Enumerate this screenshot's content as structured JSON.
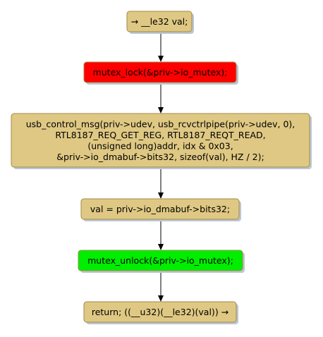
{
  "diagram": {
    "type": "flowchart",
    "colors": {
      "default_fill": "#dfc883",
      "default_stroke": "#a08a4a",
      "shadow": "#bcc7d2",
      "lock_fill": "#ff0000",
      "unlock_fill": "#00ee00",
      "edge": "#000000"
    },
    "nodes": [
      {
        "id": "start",
        "lines": [
          "→ __le32 val;"
        ],
        "style": "default"
      },
      {
        "id": "lock",
        "lines": [
          "mutex_lock(&priv->io_mutex);"
        ],
        "style": "lock"
      },
      {
        "id": "usb",
        "lines": [
          "usb_control_msg(priv->udev, usb_rcvctrlpipe(priv->udev, 0),",
          "RTL8187_REQ_GET_REG, RTL8187_REQT_READ,",
          "(unsigned long)addr, idx & 0x03,",
          "&priv->io_dmabuf->bits32, sizeof(val), HZ / 2);"
        ],
        "style": "default"
      },
      {
        "id": "assign",
        "lines": [
          "val = priv->io_dmabuf->bits32;"
        ],
        "style": "default"
      },
      {
        "id": "unlock",
        "lines": [
          "mutex_unlock(&priv->io_mutex);"
        ],
        "style": "unlock"
      },
      {
        "id": "ret",
        "lines": [
          "return; ((__u32)(__le32)(val)) →"
        ],
        "style": "default"
      }
    ],
    "edges": [
      {
        "from": "start",
        "to": "lock"
      },
      {
        "from": "lock",
        "to": "usb"
      },
      {
        "from": "usb",
        "to": "assign"
      },
      {
        "from": "assign",
        "to": "unlock"
      },
      {
        "from": "unlock",
        "to": "ret"
      }
    ]
  }
}
